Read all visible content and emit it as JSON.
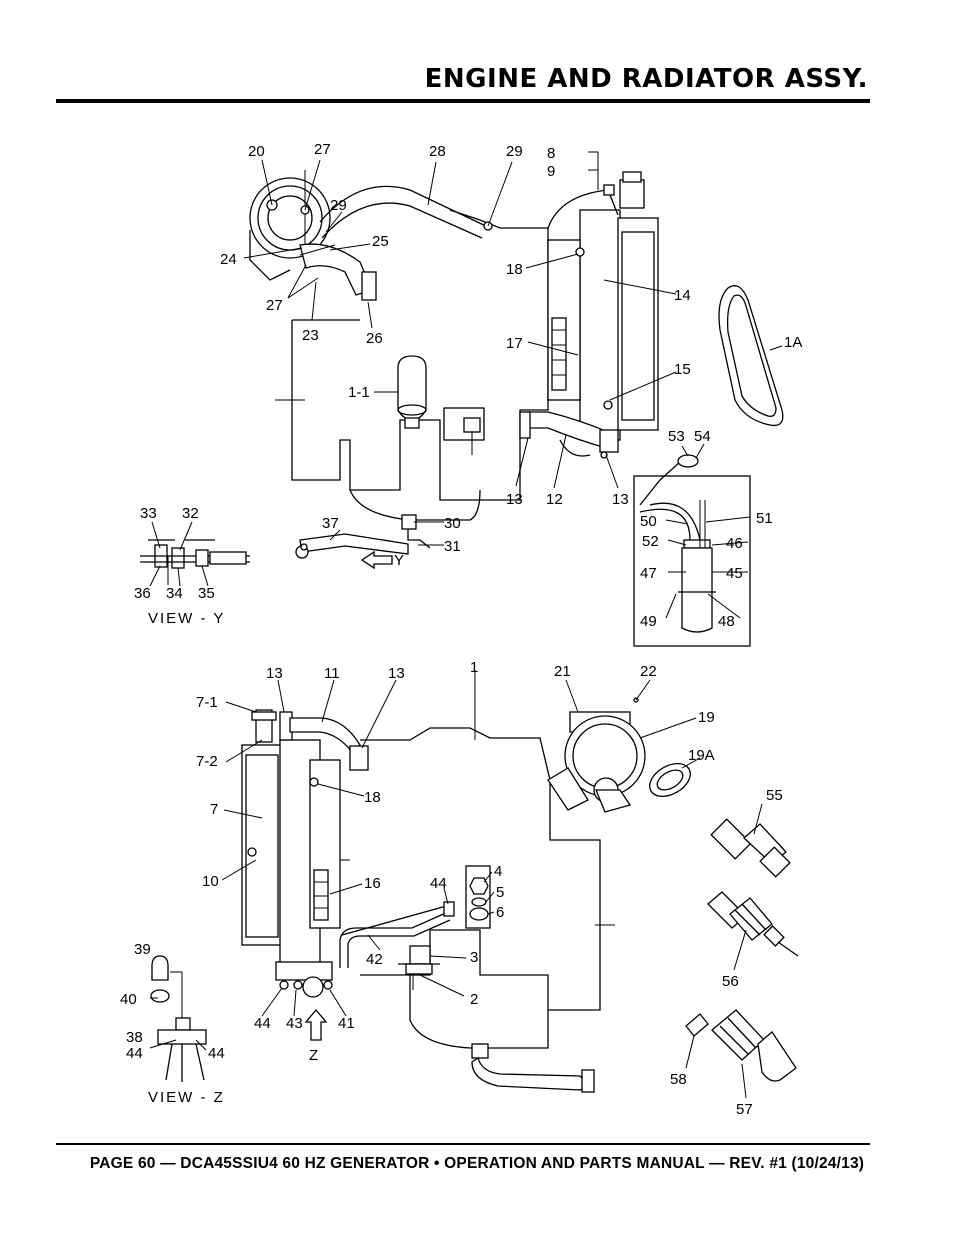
{
  "header": {
    "title": "ENGINE AND RADIATOR ASSY."
  },
  "footer": {
    "text": "PAGE 60 — DCA45SSIU4 60 HZ GENERATOR • OPERATION AND PARTS MANUAL — REV. #1 (10/24/13)"
  },
  "callouts": [
    {
      "id": "c20",
      "label": "20"
    },
    {
      "id": "c27a",
      "label": "27"
    },
    {
      "id": "c28",
      "label": "28"
    },
    {
      "id": "c29a",
      "label": "29"
    },
    {
      "id": "c8",
      "label": "8"
    },
    {
      "id": "c9",
      "label": "9"
    },
    {
      "id": "c29b",
      "label": "29"
    },
    {
      "id": "c25",
      "label": "25"
    },
    {
      "id": "c24",
      "label": "24"
    },
    {
      "id": "c27b",
      "label": "27"
    },
    {
      "id": "c23",
      "label": "23"
    },
    {
      "id": "c26",
      "label": "26"
    },
    {
      "id": "c18a",
      "label": "18"
    },
    {
      "id": "c14",
      "label": "14"
    },
    {
      "id": "c1A",
      "label": "1A"
    },
    {
      "id": "c17",
      "label": "17"
    },
    {
      "id": "c1_1",
      "label": "1-1"
    },
    {
      "id": "c15",
      "label": "15"
    },
    {
      "id": "c53",
      "label": "53"
    },
    {
      "id": "c54",
      "label": "54"
    },
    {
      "id": "c13a",
      "label": "13"
    },
    {
      "id": "c12",
      "label": "12"
    },
    {
      "id": "c13b",
      "label": "13"
    },
    {
      "id": "c33",
      "label": "33"
    },
    {
      "id": "c32",
      "label": "32"
    },
    {
      "id": "c36",
      "label": "36"
    },
    {
      "id": "c34",
      "label": "34"
    },
    {
      "id": "c35",
      "label": "35"
    },
    {
      "id": "c37",
      "label": "37"
    },
    {
      "id": "c30",
      "label": "30"
    },
    {
      "id": "c31",
      "label": "31"
    },
    {
      "id": "cY",
      "label": "Y"
    },
    {
      "id": "c50",
      "label": "50"
    },
    {
      "id": "c51",
      "label": "51"
    },
    {
      "id": "c52",
      "label": "52"
    },
    {
      "id": "c46",
      "label": "46"
    },
    {
      "id": "c47",
      "label": "47"
    },
    {
      "id": "c45",
      "label": "45"
    },
    {
      "id": "c49",
      "label": "49"
    },
    {
      "id": "c48",
      "label": "48"
    },
    {
      "id": "viewY",
      "label": "VIEW - Y"
    },
    {
      "id": "c13c",
      "label": "13"
    },
    {
      "id": "c11",
      "label": "11"
    },
    {
      "id": "c13d",
      "label": "13"
    },
    {
      "id": "c1",
      "label": "1"
    },
    {
      "id": "c21",
      "label": "21"
    },
    {
      "id": "c22",
      "label": "22"
    },
    {
      "id": "c7_1",
      "label": "7-1"
    },
    {
      "id": "c19",
      "label": "19"
    },
    {
      "id": "c7_2",
      "label": "7-2"
    },
    {
      "id": "c19A",
      "label": "19A"
    },
    {
      "id": "c18b",
      "label": "18"
    },
    {
      "id": "c7",
      "label": "7"
    },
    {
      "id": "c55",
      "label": "55"
    },
    {
      "id": "c4",
      "label": "4"
    },
    {
      "id": "c10",
      "label": "10"
    },
    {
      "id": "c16",
      "label": "16"
    },
    {
      "id": "c44a",
      "label": "44"
    },
    {
      "id": "c5",
      "label": "5"
    },
    {
      "id": "c6",
      "label": "6"
    },
    {
      "id": "c56",
      "label": "56"
    },
    {
      "id": "c39",
      "label": "39"
    },
    {
      "id": "c42",
      "label": "42"
    },
    {
      "id": "c3",
      "label": "3"
    },
    {
      "id": "c40",
      "label": "40"
    },
    {
      "id": "c2",
      "label": "2"
    },
    {
      "id": "c44b",
      "label": "44"
    },
    {
      "id": "c43",
      "label": "43"
    },
    {
      "id": "c41",
      "label": "41"
    },
    {
      "id": "c38",
      "label": "38"
    },
    {
      "id": "c44c",
      "label": "44"
    },
    {
      "id": "c44d",
      "label": "44"
    },
    {
      "id": "cZ",
      "label": "Z"
    },
    {
      "id": "c58",
      "label": "58"
    },
    {
      "id": "c57",
      "label": "57"
    },
    {
      "id": "viewZ",
      "label": "VIEW - Z"
    }
  ]
}
